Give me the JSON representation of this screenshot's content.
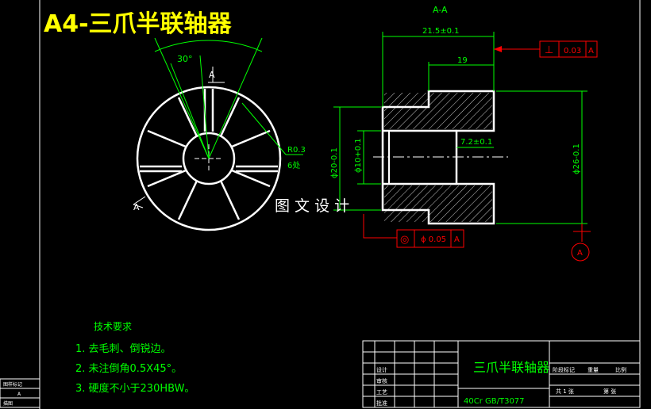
{
  "title": "A4-三爪半联轴器",
  "section_label": "A-A",
  "overlay_text": "图 文 设 计",
  "dims": {
    "angle": "30°",
    "radius": "R0.3",
    "count": "6处",
    "view_ref": "A",
    "length_total": "21.5±0.1",
    "length_19": "19",
    "inner_dia": "ϕ20-0.1",
    "bore_dia": "ϕ10+0.1",
    "outer_dia": "ϕ26-0.1",
    "bore_len": "7.2±0.1"
  },
  "tolerances": {
    "perp_symbol": "⊥",
    "perp_value": "0.03",
    "perp_datum": "A",
    "conc_symbol": "◎",
    "conc_value": "ϕ 0.05",
    "conc_datum": "A",
    "datum_label": "A"
  },
  "tech_requirements": {
    "heading": "技术要求",
    "items": [
      "1.  去毛刺、倒锐边。",
      "2.  未注倒角0.5X45°。",
      "3.  硬度不小于230HBW。"
    ]
  },
  "title_block": {
    "part_name": "三爪半联轴器",
    "material": "40Cr GB/T3077",
    "rows": [
      "设计",
      "审核",
      "工艺",
      "批准"
    ],
    "scale_header": [
      "阶段标记",
      "重量",
      "比例"
    ],
    "sheet_labels": [
      "共 1 张",
      "第 张"
    ]
  },
  "side_tab": [
    "图样标记",
    "A",
    "描图"
  ]
}
